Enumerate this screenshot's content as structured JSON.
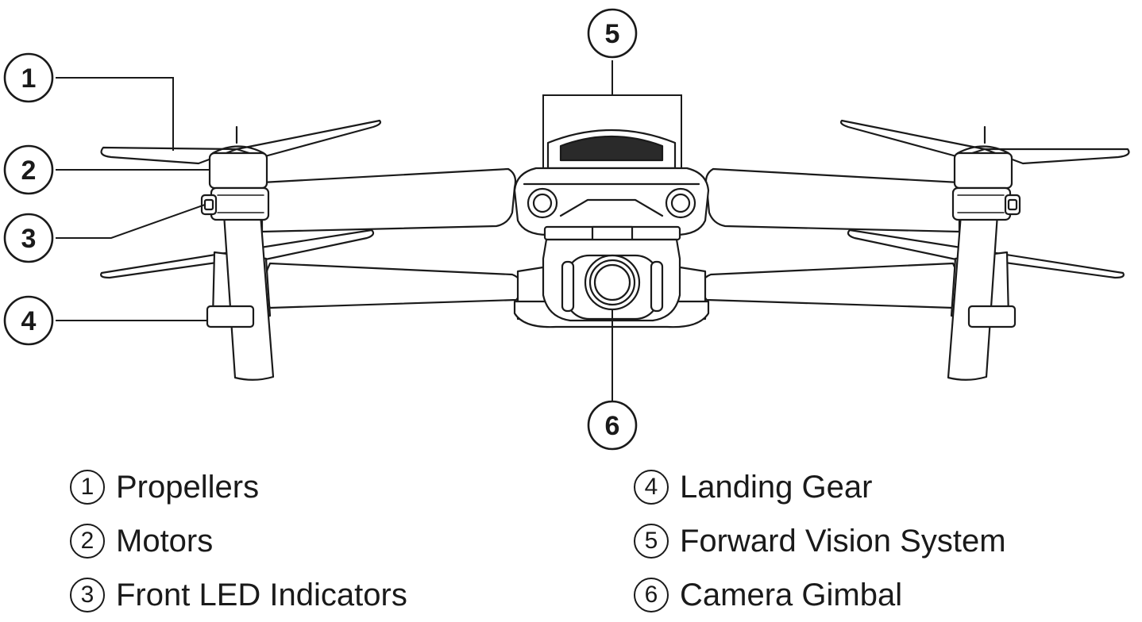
{
  "callouts": [
    "1",
    "2",
    "3",
    "4",
    "5",
    "6"
  ],
  "legend": [
    {
      "num": "1",
      "label": "Propellers"
    },
    {
      "num": "2",
      "label": "Motors"
    },
    {
      "num": "3",
      "label": "Front LED Indicators"
    },
    {
      "num": "4",
      "label": "Landing Gear"
    },
    {
      "num": "5",
      "label": "Forward Vision System"
    },
    {
      "num": "6",
      "label": "Camera Gimbal"
    }
  ],
  "colors": {
    "line": "#1a1a1a",
    "background": "#ffffff"
  }
}
